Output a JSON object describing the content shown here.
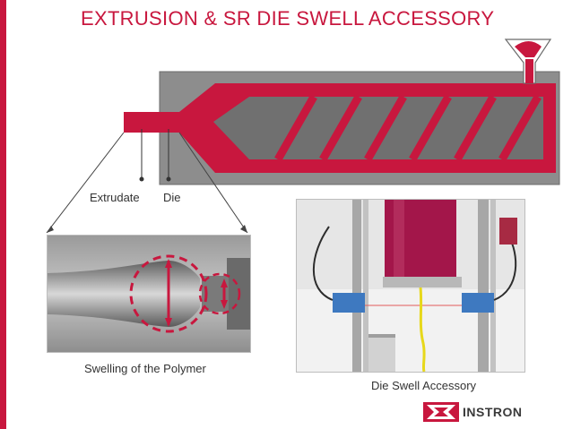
{
  "slide": {
    "title": "EXTRUSION & SR DIE SWELL ACCESSORY",
    "labels": {
      "extrudate": "Extrudate",
      "die": "Die",
      "swelling": "Swelling of the Polymer",
      "die_swell_accessory": "Die Swell Accessory"
    },
    "logo_text": "INSTRON",
    "colors": {
      "accent": "#c8173e",
      "barrel": "#8a8a8a",
      "screw": "#6e6e6e"
    }
  }
}
